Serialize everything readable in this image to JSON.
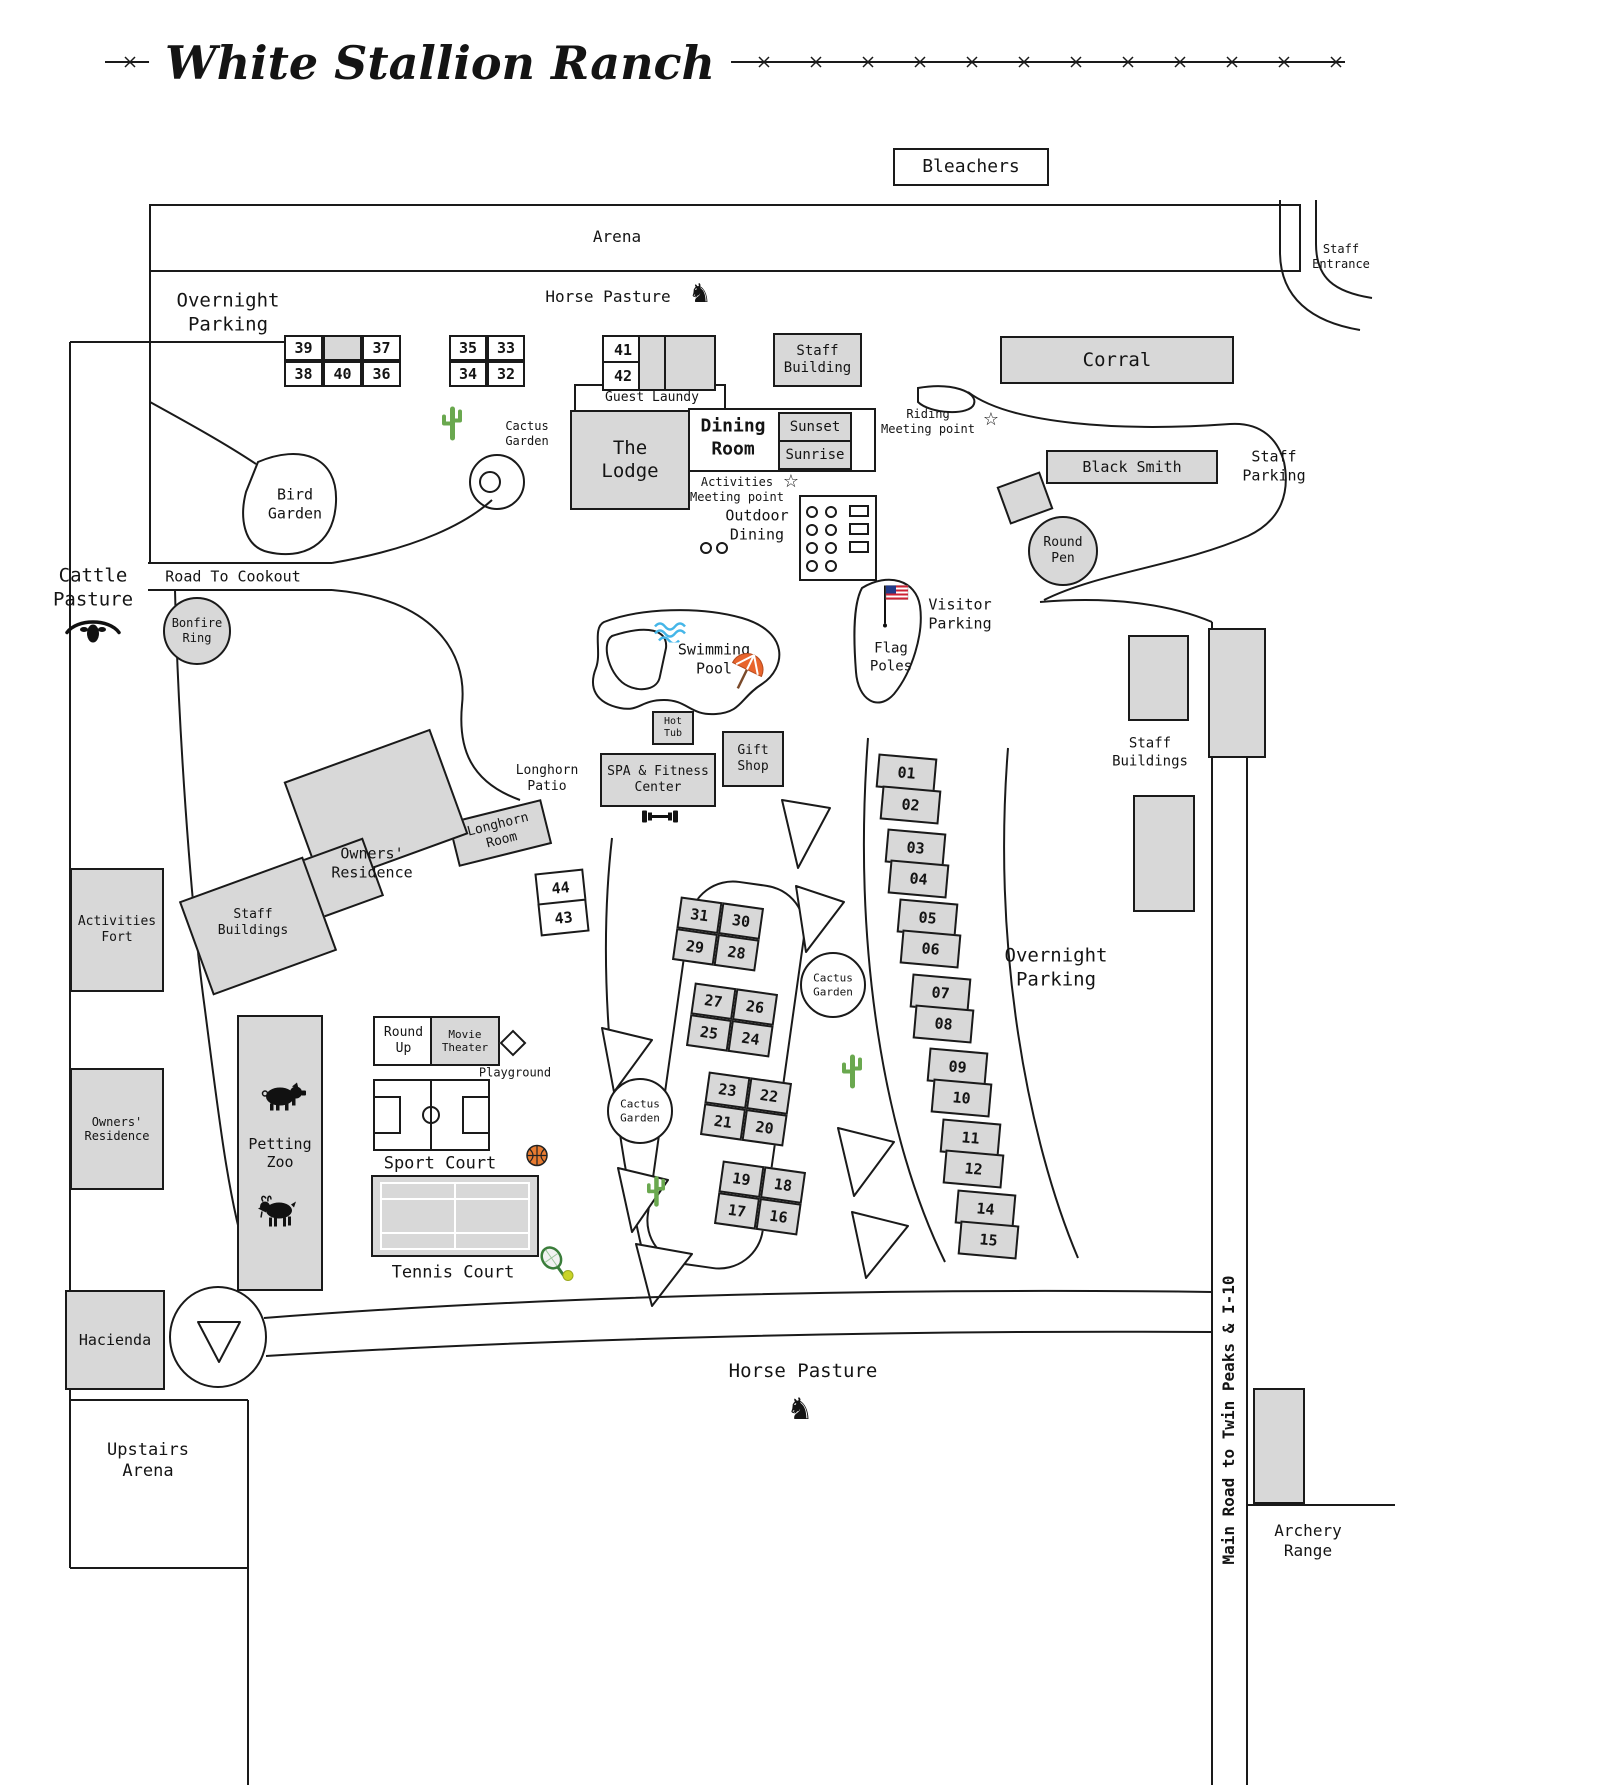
{
  "title": "White Stallion Ranch",
  "labels": {
    "bleachers": "Bleachers",
    "arena": "Arena",
    "staff_entrance": "Staff\nEntrance",
    "overnight_parking_left": "Overnight\nParking",
    "horse_pasture_top": "Horse Pasture",
    "staff_building": "Staff\nBuilding",
    "corral": "Corral",
    "guest_laundy": "Guest Laundy",
    "cactus_garden_top": "Cactus\nGarden",
    "the_lodge": "The\nLodge",
    "dining_room": "Dining\nRoom",
    "sunset": "Sunset",
    "sunrise": "Sunrise",
    "riding_meeting_point": "Riding\nMeeting point",
    "black_smith": "Black Smith",
    "staff_parking": "Staff\nParking",
    "bird_garden": "Bird\nGarden",
    "activities_meeting_point": "Activities\nMeeting point",
    "outdoor_dining": "Outdoor\nDining",
    "round_pen": "Round\nPen",
    "cattle_pasture": "Cattle\nPasture",
    "road_to_cookout": "Road To Cookout",
    "bonfire_ring": "Bonfire\nRing",
    "visitor_parking": "Visitor\nParking",
    "flag_poles": "Flag\nPoles",
    "swimming_pool": "Swimming\nPool",
    "hot_tub": "Hot\nTub",
    "gift_shop": "Gift\nShop",
    "spa_fitness": "SPA & Fitness\nCenter",
    "longhorn_patio": "Longhorn\nPatio",
    "longhorn_room": "Longhorn\nRoom",
    "staff_buildings_right": "Staff\nBuildings",
    "owners_residence_center": "Owners'\nResidence",
    "staff_buildings_center": "Staff\nBuildings",
    "activities_fort": "Activities\nFort",
    "overnight_parking_right": "Overnight\nParking",
    "cactus_garden_mid": "Cactus\nGarden",
    "cactus_garden_low": "Cactus\nGarden",
    "round_up": "Round\nUp",
    "movie_theater": "Movie\nTheater",
    "playground": "Playground",
    "owners_residence_left": "Owners'\nResidence",
    "petting_zoo": "Petting\nZoo",
    "sport_court": "Sport Court",
    "tennis_court": "Tennis Court",
    "hacienda": "Hacienda",
    "horse_pasture_bottom": "Horse Pasture",
    "upstairs_arena": "Upstairs\nArena",
    "main_road": "Main Road to Twin Peaks & I-10",
    "archery_range": "Archery\nRange"
  },
  "rooms": {
    "row_a_top": [
      "39",
      "37"
    ],
    "row_a_bottom": [
      "38",
      "40",
      "36"
    ],
    "row_b_top": [
      "35",
      "33"
    ],
    "row_b_bottom": [
      "34",
      "32"
    ],
    "row_c": [
      "41",
      "42"
    ],
    "pair_44_43": [
      "44",
      "43"
    ],
    "east_column": [
      [
        "01",
        "02"
      ],
      [
        "03",
        "04"
      ],
      [
        "05",
        "06"
      ],
      [
        "07",
        "08"
      ],
      [
        "09",
        "10"
      ],
      [
        "11",
        "12"
      ],
      [
        "14",
        "15"
      ]
    ],
    "center_cluster": [
      [
        [
          "31",
          "30"
        ],
        [
          "29",
          "28"
        ]
      ],
      [
        [
          "27",
          "26"
        ],
        [
          "25",
          "24"
        ]
      ],
      [
        [
          "23",
          "22"
        ],
        [
          "21",
          "20"
        ]
      ],
      [
        [
          "19",
          "18"
        ],
        [
          "17",
          "16"
        ]
      ]
    ]
  },
  "icons": {
    "horse_glyph": "♞",
    "star_glyph": "☆",
    "horse": "horse-icon",
    "star": "meeting-point-star-icon",
    "longhorn": "longhorn-skull-icon",
    "cactus": "saguaro-cactus-icon",
    "flag": "us-flag-icon",
    "waves": "water-waves-icon",
    "umbrella": "beach-umbrella-icon",
    "dumbbell": "dumbbell-icon",
    "pig": "pig-icon",
    "goat": "goat-icon",
    "basketball": "basketball-icon",
    "tennis": "tennis-racket-icon",
    "playground": "playground-diamond-icon"
  },
  "colors": {
    "building_fill": "#d8d8d8",
    "outline": "#1a1a1a",
    "cactus_green": "#6aa84f",
    "water_blue": "#45b6e8",
    "umbrella_orange": "#e8642c",
    "basketball_orange": "#e87b30",
    "tennis_yellow": "#c9d428",
    "flag_red": "#cc2233",
    "flag_blue": "#223a88"
  }
}
